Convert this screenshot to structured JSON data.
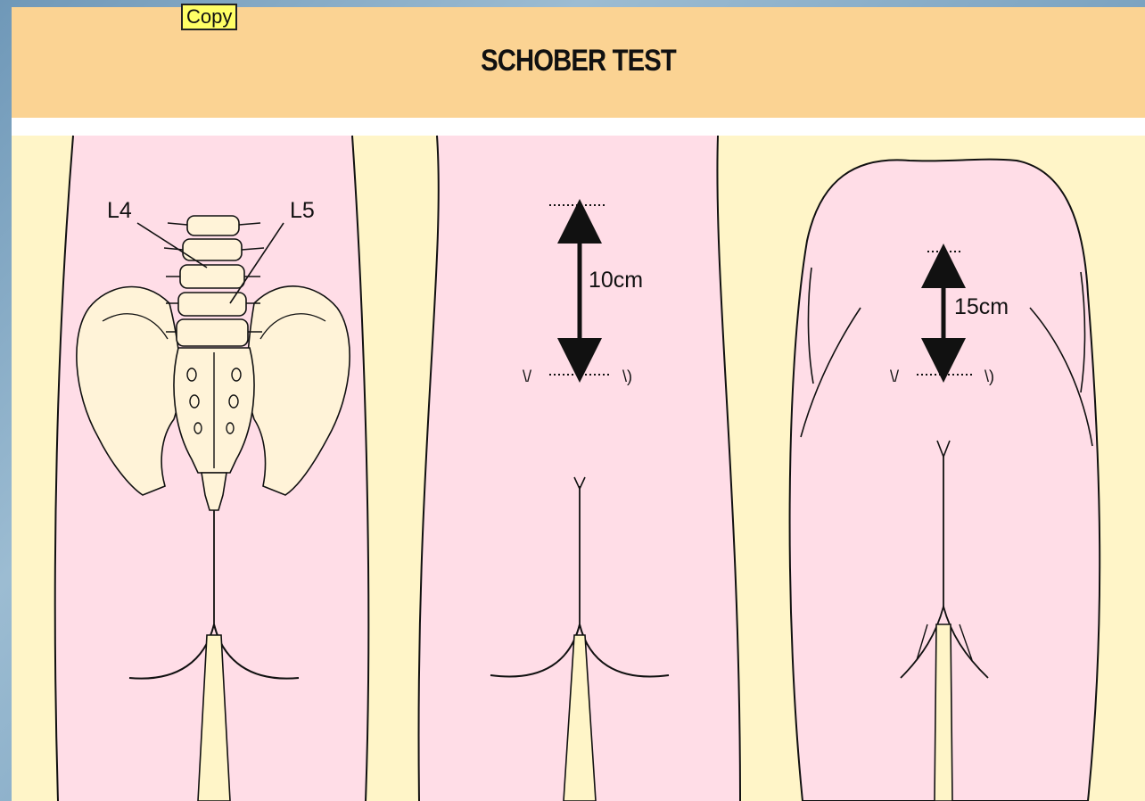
{
  "header": {
    "copy_label": "Copy",
    "title": "SCHOBER TEST"
  },
  "panel1": {
    "label_l4": "L4",
    "label_l5": "L5"
  },
  "panel2": {
    "distance_label": "10cm"
  },
  "panel3": {
    "distance_label": "15cm"
  },
  "colors": {
    "banner": "#fbd393",
    "background": "#fff5c8",
    "skin": "#ffdde7",
    "bone": "#fff3d8",
    "outline": "#111111"
  }
}
